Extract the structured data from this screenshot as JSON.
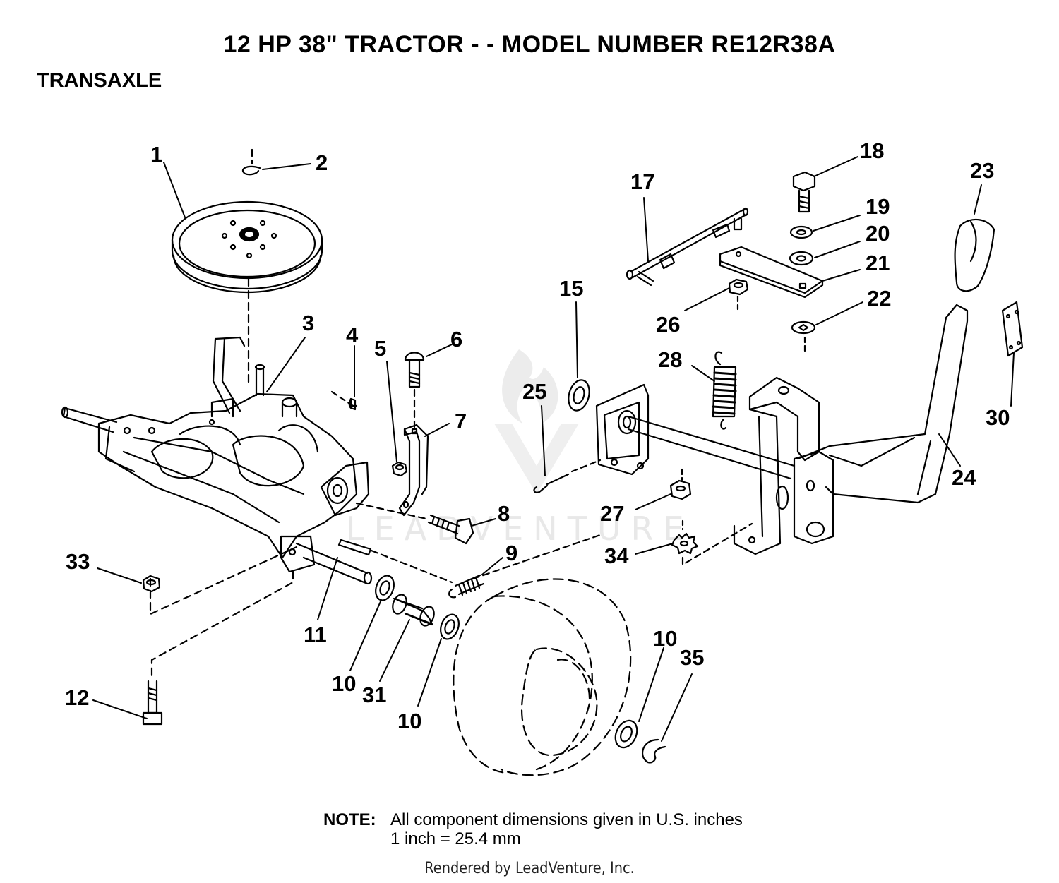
{
  "header": {
    "title": "12 HP 38\" TRACTOR - - MODEL NUMBER RE12R38A",
    "section": "TRANSAXLE"
  },
  "watermark": {
    "text": "LEADVENTURE",
    "color": "#e8e8e8"
  },
  "callouts": [
    {
      "id": "c1",
      "label": "1"
    },
    {
      "id": "c2",
      "label": "2"
    },
    {
      "id": "c3",
      "label": "3"
    },
    {
      "id": "c4",
      "label": "4"
    },
    {
      "id": "c5",
      "label": "5"
    },
    {
      "id": "c6",
      "label": "6"
    },
    {
      "id": "c7",
      "label": "7"
    },
    {
      "id": "c8",
      "label": "8"
    },
    {
      "id": "c9",
      "label": "9"
    },
    {
      "id": "c10a",
      "label": "10"
    },
    {
      "id": "c10b",
      "label": "10"
    },
    {
      "id": "c10c",
      "label": "10"
    },
    {
      "id": "c11",
      "label": "11"
    },
    {
      "id": "c12",
      "label": "12"
    },
    {
      "id": "c15",
      "label": "15"
    },
    {
      "id": "c17",
      "label": "17"
    },
    {
      "id": "c18",
      "label": "18"
    },
    {
      "id": "c19",
      "label": "19"
    },
    {
      "id": "c20",
      "label": "20"
    },
    {
      "id": "c21",
      "label": "21"
    },
    {
      "id": "c22",
      "label": "22"
    },
    {
      "id": "c23",
      "label": "23"
    },
    {
      "id": "c24",
      "label": "24"
    },
    {
      "id": "c25",
      "label": "25"
    },
    {
      "id": "c26",
      "label": "26"
    },
    {
      "id": "c27",
      "label": "27"
    },
    {
      "id": "c28",
      "label": "28"
    },
    {
      "id": "c30",
      "label": "30"
    },
    {
      "id": "c31",
      "label": "31"
    },
    {
      "id": "c33",
      "label": "33"
    },
    {
      "id": "c34",
      "label": "34"
    },
    {
      "id": "c35",
      "label": "35"
    }
  ],
  "note": {
    "label": "NOTE:",
    "line1": "All component dimensions given in U.S. inches",
    "line2": "1 inch = 25.4 mm"
  },
  "footer": {
    "text": "Rendered by LeadVenture, Inc."
  }
}
